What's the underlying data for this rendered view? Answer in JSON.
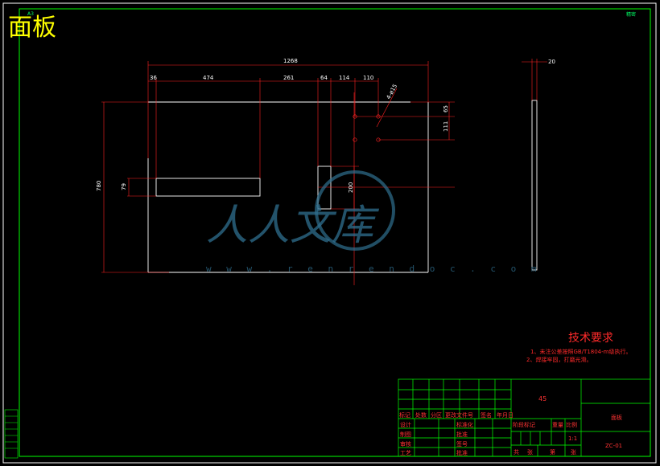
{
  "drawing": {
    "title": "面板",
    "corner_label_top_left": "A3",
    "corner_label_top_right": "精密",
    "dimensions": {
      "overall_width": "1268",
      "seg_1": "36",
      "seg_2": "474",
      "seg_3": "261",
      "seg_4": "64",
      "seg_5": "114",
      "seg_6": "110",
      "holes": "4-ø15",
      "right_65": "65",
      "right_111": "111",
      "height_780": "780",
      "slot_79": "79",
      "slot_200": "200",
      "side_thickness": "20"
    }
  },
  "watermark": {
    "text": "人人文库",
    "url": "w w w . r e n r e n d o c . c o m"
  },
  "tech_requirements": {
    "title": "技术要求",
    "lines": [
      "1、未注公差按照GB/T1804-m级执行。",
      "2、焊接牢固，打磨光滑。"
    ]
  },
  "title_block": {
    "material": "45",
    "part_name": "面板",
    "drawing_no": "ZC-01",
    "scale": "1:1",
    "header_row": [
      "标记",
      "处数",
      "分区",
      "更改文件号",
      "签名",
      "年月日"
    ],
    "left_rows": [
      "设计",
      "制图",
      "审核",
      "工艺"
    ],
    "mid_rows": [
      "标准化",
      "批准",
      "签号",
      "批准"
    ],
    "right_header": [
      "阶段标记",
      "重量",
      "比例"
    ],
    "bottom_cells": [
      "共",
      "张",
      "第",
      "张"
    ]
  }
}
